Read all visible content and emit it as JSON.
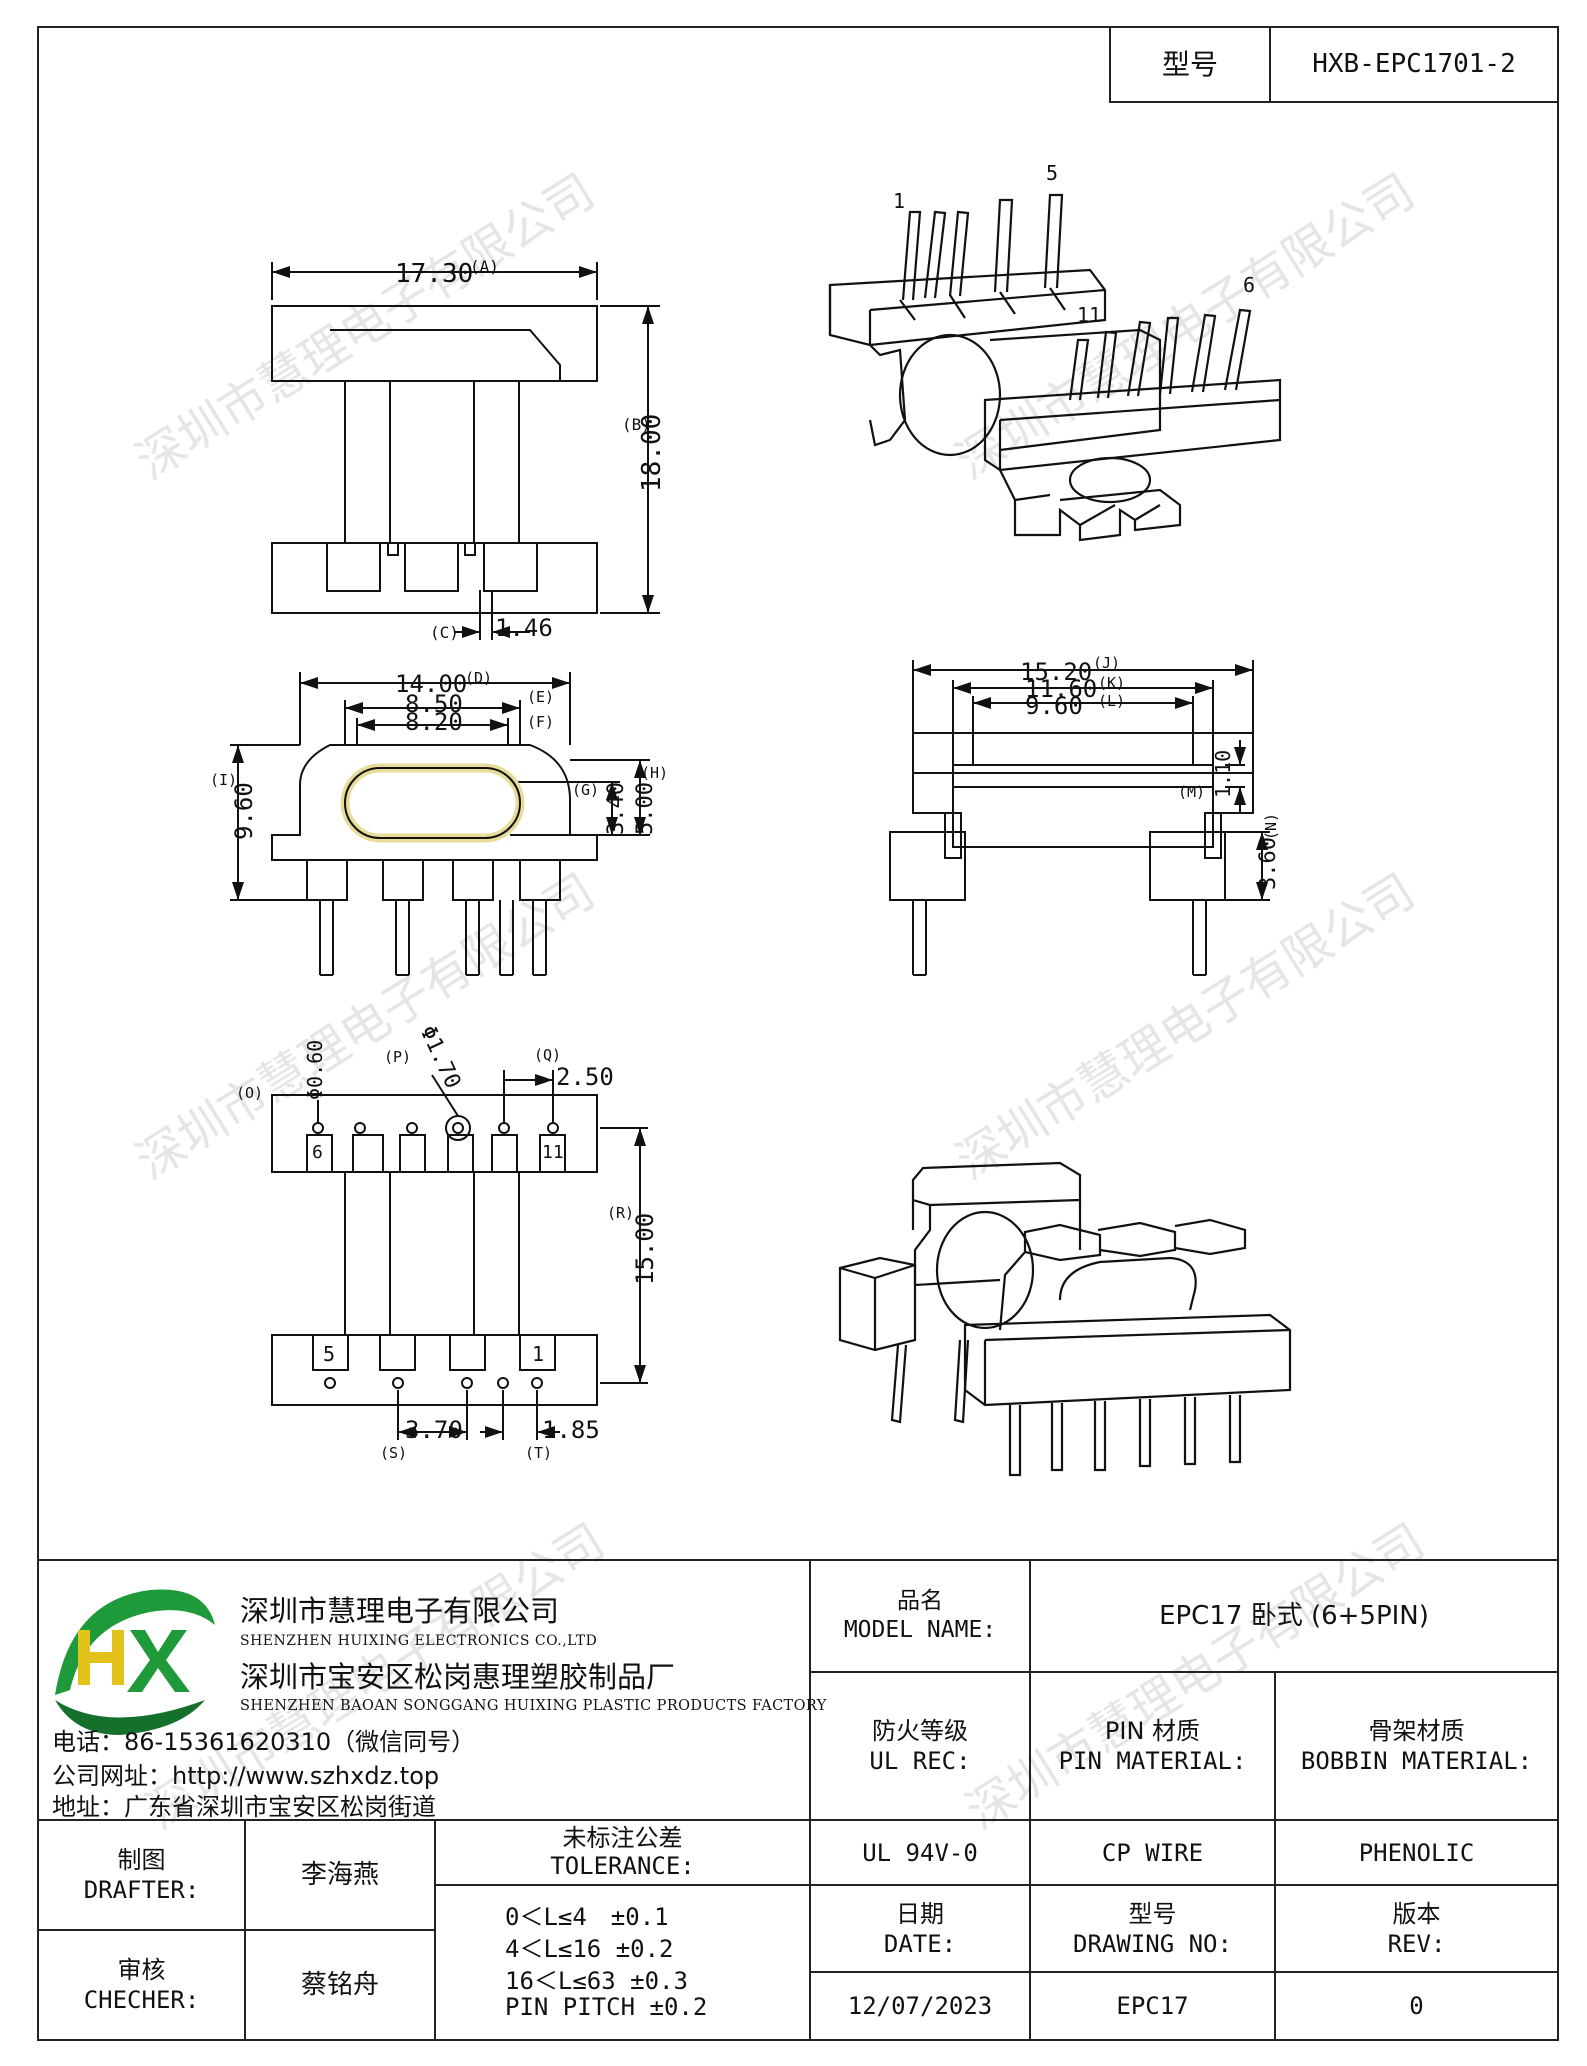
{
  "title_block": {
    "model_label": "型号",
    "model_value": "HXB-EPC1701-2"
  },
  "drawing": {
    "top_view": {
      "dim_a": "17.30",
      "dim_a_tag": "(A)",
      "dim_b": "18.00",
      "dim_b_tag": "(B)",
      "dim_c": "1.46",
      "dim_c_tag": "(C)"
    },
    "front_view": {
      "dim_d": "14.00",
      "dim_d_tag": "(D)",
      "dim_e": "8.50",
      "dim_e_tag": "(E)",
      "dim_f": "8.20",
      "dim_f_tag": "(F)",
      "dim_i": "9.60",
      "dim_i_tag": "(I)",
      "dim_g": "3.40",
      "dim_g_tag": "(G)",
      "dim_h": "5.00",
      "dim_h_tag": "(H)"
    },
    "side_view": {
      "dim_j": "15.20",
      "dim_j_tag": "(J)",
      "dim_k": "11.60",
      "dim_k_tag": "(K)",
      "dim_l": "9.60",
      "dim_l_tag": "(L)",
      "dim_m": "1.10",
      "dim_m_tag": "(M)",
      "dim_n": "3.60",
      "dim_n_tag": "(N)"
    },
    "bottom_view": {
      "dim_o": "Φ0.60",
      "dim_o_tag": "(O)",
      "dim_p": "Φ1.70",
      "dim_p_tag": "(P)",
      "dim_q": "2.50",
      "dim_q_tag": "(Q)",
      "dim_r": "15.00",
      "dim_r_tag": "(R)",
      "dim_s": "3.70",
      "dim_s_tag": "(S)",
      "dim_t": "1.85",
      "dim_t_tag": "(T)",
      "pin_labels_top": [
        "6",
        "11"
      ],
      "pin_labels_bottom": [
        "5",
        "1"
      ]
    },
    "iso_view": {
      "pin_1": "1",
      "pin_5": "5",
      "pin_6": "6",
      "pin_11": "11"
    },
    "watermark": "深圳市慧理电子有限公司"
  },
  "company": {
    "name1": "深圳市慧理电子有限公司",
    "name1_en": "SHENZHEN HUIXING ELECTRONICS CO.,LTD",
    "name2": "深圳市宝安区松岗惠理塑胶制品厂",
    "name2_en": "SHENZHEN BAOAN SONGGANG HUIXING PLASTIC PRODUCTS FACTORY",
    "phone": "电话：86-15361620310（微信同号）",
    "website": "公司网址：http://www.szhxdz.top",
    "address": "地址：广东省深圳市宝安区松岗街道",
    "logo_text": "HX",
    "logo_colors": {
      "green": "#1f9a3a",
      "yellow": "#e3c21b",
      "dark": "#14702b"
    }
  },
  "table": {
    "model_name_label_cn": "品名",
    "model_name_label_en": "MODEL NAME:",
    "model_name_value": "EPC17 卧式 (6+5PIN)",
    "ul_rec_label_cn": "防火等级",
    "ul_rec_label_en": "UL REC:",
    "pin_material_label_cn": "PIN 材质",
    "pin_material_label_en": "PIN MATERIAL:",
    "bobbin_material_label_cn": "骨架材质",
    "bobbin_material_label_en": "BOBBIN MATERIAL:",
    "ul_rec_value": "UL 94V-0",
    "pin_material_value": "CP WIRE",
    "bobbin_material_value": "PHENOLIC",
    "drafter_label_cn": "制图",
    "drafter_label_en": "DRAFTER:",
    "drafter_value": "李海燕",
    "checker_label_cn": "审核",
    "checker_label_en": "CHECHER:",
    "checker_value": "蔡铭舟",
    "tolerance_label_cn": "未标注公差",
    "tolerance_label_en": "TOLERANCE:",
    "tolerance_lines": [
      "0＜L≤4　±0.1",
      "4＜L≤16 ±0.2",
      "16＜L≤63 ±0.3",
      "PIN PITCH ±0.2"
    ],
    "date_label_cn": "日期",
    "date_label_en": "DATE:",
    "drawing_no_label_cn": "型号",
    "drawing_no_label_en": "DRAWING NO:",
    "rev_label_cn": "版本",
    "rev_label_en": "REV:",
    "date_value": "12/07/2023",
    "drawing_no_value": "EPC17",
    "rev_value": "0"
  }
}
